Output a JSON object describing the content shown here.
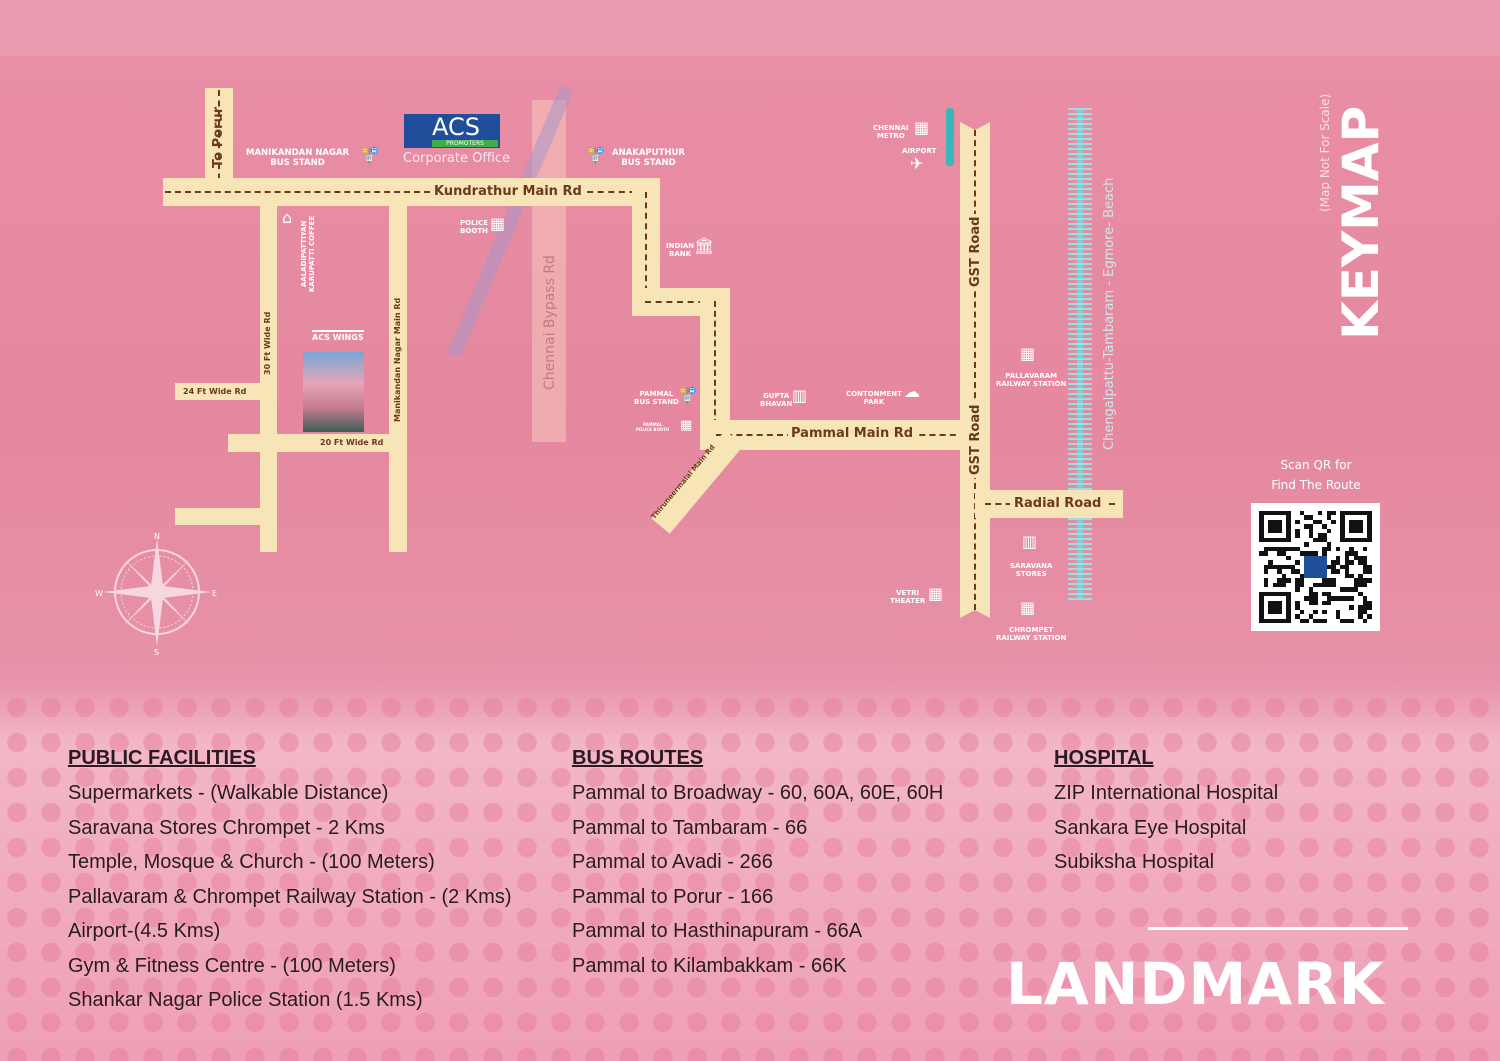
{
  "map": {
    "roads": {
      "to_porur": "To Porur",
      "kundrathur": "Kundrathur Main Rd",
      "wide30": "30 Ft Wide Rd",
      "wide24": "24 Ft Wide Rd",
      "wide20": "20 Ft Wide Rd",
      "manikandan": "Manikandan Nagar Main Rd",
      "bypass": "Chennai Bypass Rd",
      "pammal": "Pammal Main Rd",
      "thiruneermalai": "Thiruneermalai Main Rd",
      "gst1": "GST Road",
      "gst2": "GST Road",
      "radial": "Radial Road",
      "railway": "Chengalpattu-Tambaram - Egmore- Beach"
    },
    "pois": {
      "manikandan_bus": "MANIKANDAN NAGAR\nBUS STAND",
      "anakaputhur_bus": "ANAKAPUTHUR\nBUS STAND",
      "police_booth": "POLICE\nBOOTH",
      "indian_bank": "INDIAN\nBANK",
      "aaladipattiyan": "AALADIPATTIYAN\nKARUPATTI COFFEE",
      "pammal_bus": "PAMMAL\nBUS STAND",
      "pammal_police": "PAMMAL\nPOLICE BOOTH",
      "gupta_bhavan": "GUPTA\nBHAVAN",
      "cantonment_park": "CONTONMENT\nPARK",
      "chennai_metro": "CHENNAI\nMETRO",
      "airport": "AIRPORT",
      "pallavaram_rs": "PALLAVARAM\nRAILWAY STATION",
      "saravana": "SARAVANA\nSTORES",
      "vetri": "VETRI\nTHEATER",
      "chrompet_rs": "CHROMPET\nRAILWAY STATION"
    },
    "logo": {
      "brand": "ACS",
      "sub": "PROMOTERS",
      "caption": "Corporate Office"
    },
    "project_logo": "ACS WINGS",
    "compass": {
      "n": "N",
      "s": "S",
      "e": "E",
      "w": "W"
    }
  },
  "keymap": {
    "title": "KEYMAP",
    "note": "(Map Not For Scale)",
    "qr_caption_1": "Scan QR for",
    "qr_caption_2": "Find The Route"
  },
  "sections": {
    "public": {
      "title": "PUBLIC FACILITIES",
      "items": [
        "Supermarkets - (Walkable Distance)",
        "Saravana Stores Chrompet - 2 Kms",
        "Temple, Mosque & Church - (100 Meters)",
        "Pallavaram & Chrompet Railway Station - (2 Kms)",
        "Airport-(4.5 Kms)",
        "Gym & Fitness Centre - (100 Meters)",
        "Shankar Nagar Police Station (1.5 Kms)"
      ]
    },
    "bus": {
      "title": "BUS ROUTES",
      "items": [
        "Pammal to Broadway - 60, 60A, 60E, 60H",
        "Pammal to Tambaram - 66",
        "Pammal to Avadi - 266",
        "Pammal to Porur - 166",
        "Pammal to Hasthinapuram - 66A",
        "Pammal to Kilambakkam - 66K"
      ]
    },
    "hospital": {
      "title": "HOSPITAL",
      "items": [
        "ZIP International Hospital",
        "Sankara Eye Hospital",
        "Subiksha Hospital"
      ]
    }
  },
  "footer": {
    "title": "LANDMARK"
  },
  "colors": {
    "road": "#f7e4b7",
    "bg": "#e5889f",
    "rail": "#7fd0d4"
  }
}
